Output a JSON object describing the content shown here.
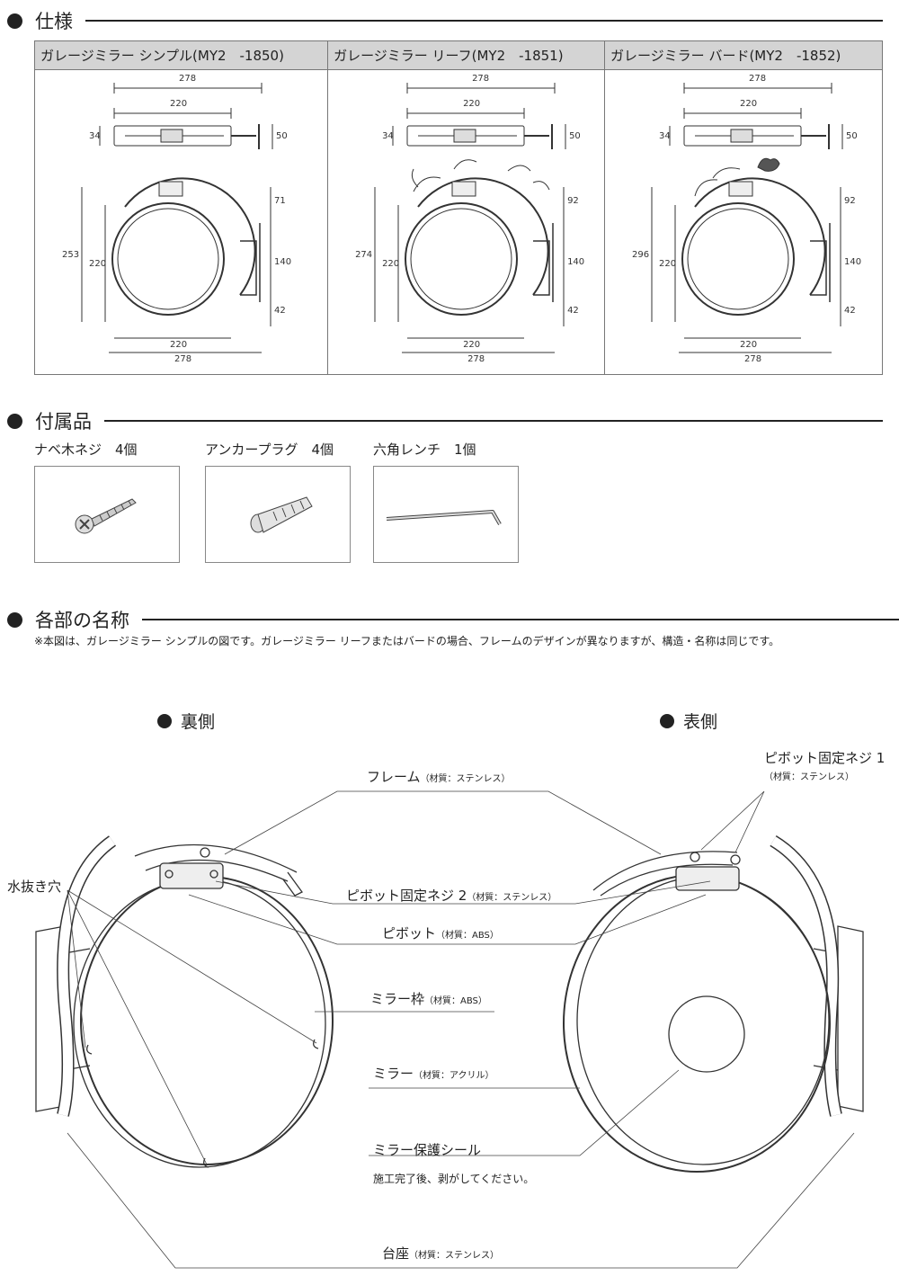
{
  "sections": {
    "spec": "仕様",
    "accessories": "付属品",
    "parts": "各部の名称"
  },
  "spec_table": {
    "columns": [
      {
        "title": "ガレージミラー シンプル(MY2　-1850)",
        "dims": {
          "top_w": "278",
          "top_inner": "220",
          "top_h": "34",
          "top_depth": "50",
          "total_h": "253",
          "ring_h": "220",
          "upper": "71",
          "mid": "140",
          "lower": "42",
          "bottom_inner": "220",
          "bottom_w": "278"
        }
      },
      {
        "title": "ガレージミラー リーフ(MY2　-1851)",
        "dims": {
          "top_w": "278",
          "top_inner": "220",
          "top_h": "34",
          "top_depth": "50",
          "total_h": "274",
          "ring_h": "220",
          "upper": "92",
          "mid": "140",
          "lower": "42",
          "bottom_inner": "220",
          "bottom_w": "278"
        }
      },
      {
        "title": "ガレージミラー バード(MY2　-1852)",
        "dims": {
          "top_w": "278",
          "top_inner": "220",
          "top_h": "34",
          "top_depth": "50",
          "total_h": "296",
          "ring_h": "220",
          "upper": "92",
          "mid": "140",
          "lower": "42",
          "bottom_inner": "220",
          "bottom_w": "278"
        }
      }
    ]
  },
  "accessories": [
    {
      "label": "ナベ木ネジ　4個",
      "icon": "screw"
    },
    {
      "label": "アンカープラグ　4個",
      "icon": "anchor-plug"
    },
    {
      "label": "六角レンチ　1個",
      "icon": "hex-wrench"
    }
  ],
  "parts": {
    "note": "※本図は、ガレージミラー シンプルの図です。ガレージミラー リーフまたはバードの場合、フレームのデザインが異なりますが、構造・名称は同じです。",
    "back": "裏側",
    "front": "表側",
    "labels": {
      "frame": "フレーム",
      "frame_mat": "（材質：ステンレス）",
      "pivot_screw1": "ピボット固定ネジ 1",
      "pivot_screw1_mat": "（材質：ステンレス）",
      "drain": "水抜き穴",
      "pivot_screw2": "ピボット固定ネジ 2",
      "pivot_screw2_mat": "（材質：ステンレス）",
      "pivot": "ピボット",
      "pivot_mat": "（材質：ABS）",
      "mirror_frame": "ミラー枠",
      "mirror_frame_mat": "（材質：ABS）",
      "mirror": "ミラー",
      "mirror_mat": "（材質：アクリル）",
      "seal": "ミラー保護シール",
      "seal_note": "施工完了後、剥がしてください。",
      "base": "台座",
      "base_mat": "（材質：ステンレス）"
    }
  }
}
